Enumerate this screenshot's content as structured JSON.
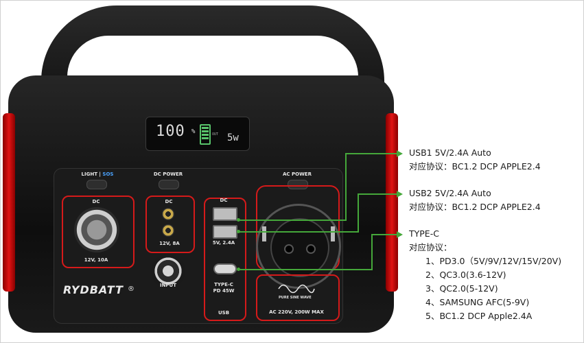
{
  "product": {
    "brand": "RYDBATT",
    "display": {
      "percent": "100",
      "percent_sign": "%",
      "out_label": "OUT",
      "watt": "5w"
    },
    "buttons": {
      "light_sos_light": "LIGHT |",
      "light_sos_sos": "SOS",
      "dc_power": "DC POWER",
      "ac_power": "AC POWER"
    },
    "dc_car_port": {
      "title": "DC",
      "rating": "12V, 10A"
    },
    "dc_5521": {
      "title": "DC",
      "rating": "12V, 8A"
    },
    "usb_group": {
      "title": "DC",
      "usba_rating": "5V, 2.4A",
      "typec_label": "TYPE-C",
      "typec_rating": "PD 45W",
      "footer": "USB"
    },
    "input_label": "INPUT",
    "ac": {
      "badge": "PURE SINE WAVE",
      "rating": "AC 220V, 200W MAX"
    }
  },
  "annotations": {
    "usb1": {
      "title": "USB1 5V/2.4A Auto",
      "protocol": "对应协议：BC1.2 DCP APPLE2.4"
    },
    "usb2": {
      "title": "USB2 5V/2.4A Auto",
      "protocol": "对应协议：BC1.2 DCP APPLE2.4"
    },
    "typec": {
      "title": "TYPE-C",
      "protocol_label": "对应协议：",
      "items": [
        "1、PD3.0（5V/9V/12V/15V/20V)",
        "2、QC3.0(3.6-12V)",
        "3、QC2.0(5-12V)",
        "4、SAMSUNG AFC(5-9V)",
        "5、BC1.2 DCP Apple2.4A"
      ]
    }
  },
  "colors": {
    "accent_green": "#45a83a",
    "bumper_red": "#d61a1a",
    "housing": "#141414"
  }
}
